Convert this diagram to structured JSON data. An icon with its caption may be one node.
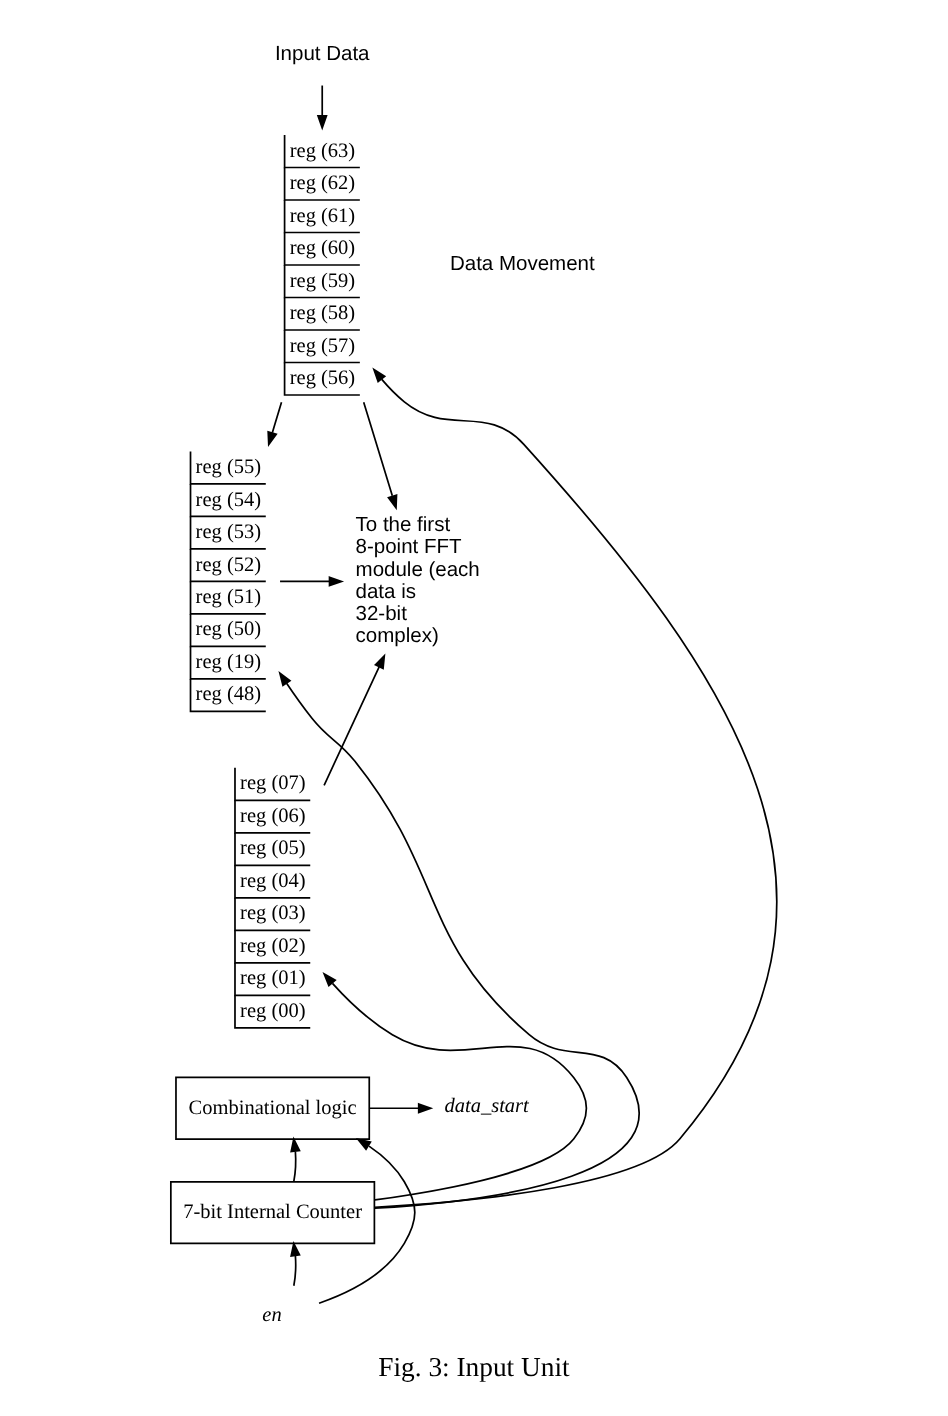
{
  "diagram": {
    "caption": "Fig. 3: Input Unit",
    "nodes": [
      {
        "text": [
          "Input Data"
        ]
      },
      {
        "text": [
          "reg (63)",
          "reg (62)",
          "reg (61)",
          "reg (60)",
          "reg (59)",
          "reg (58)",
          "reg (57)",
          "reg (56)"
        ]
      },
      {
        "text": [
          "reg (55)",
          "reg (54)",
          "reg (53)",
          "reg (52)",
          "reg (51)",
          "reg (50)",
          "reg (19)",
          "reg (48)"
        ]
      },
      {
        "text": [
          "reg (07)",
          "reg (06)",
          "reg (05)",
          "reg (04)",
          "reg (03)",
          "reg (02)",
          "reg (01)",
          "reg (00)"
        ]
      },
      {
        "text": [
          "To the first 8-point FFT module (each data is 32-bit complex)"
        ]
      },
      {
        "text": [
          "Combinational logic"
        ]
      },
      {
        "text": [
          "data_start"
        ]
      },
      {
        "text": [
          "7-bit Internal Counter"
        ]
      },
      {
        "text": [
          "en"
        ]
      }
    ],
    "edges": [
      {
        "from": 0,
        "to": 1,
        "arrow": "to"
      },
      {
        "from": 1,
        "to": 2,
        "arrow": "to"
      },
      {
        "from": 1,
        "to": 4,
        "arrow": "to"
      },
      {
        "from": 2,
        "to": 4,
        "arrow": "to"
      },
      {
        "from": 3,
        "to": 4,
        "arrow": "to"
      },
      {
        "from": 7,
        "to": 1,
        "arrow": "to"
      },
      {
        "from": 7,
        "to": 2,
        "arrow": "to"
      },
      {
        "from": 7,
        "to": 3,
        "arrow": "to"
      },
      {
        "from": 7,
        "to": 5,
        "arrow": "to"
      },
      {
        "from": 5,
        "to": 6,
        "arrow": "to"
      },
      {
        "from": 8,
        "to": 5,
        "arrow": "to"
      },
      {
        "from": 8,
        "to": 7,
        "arrow": "to"
      }
    ],
    "labels": [
      "Data Movement"
    ]
  }
}
